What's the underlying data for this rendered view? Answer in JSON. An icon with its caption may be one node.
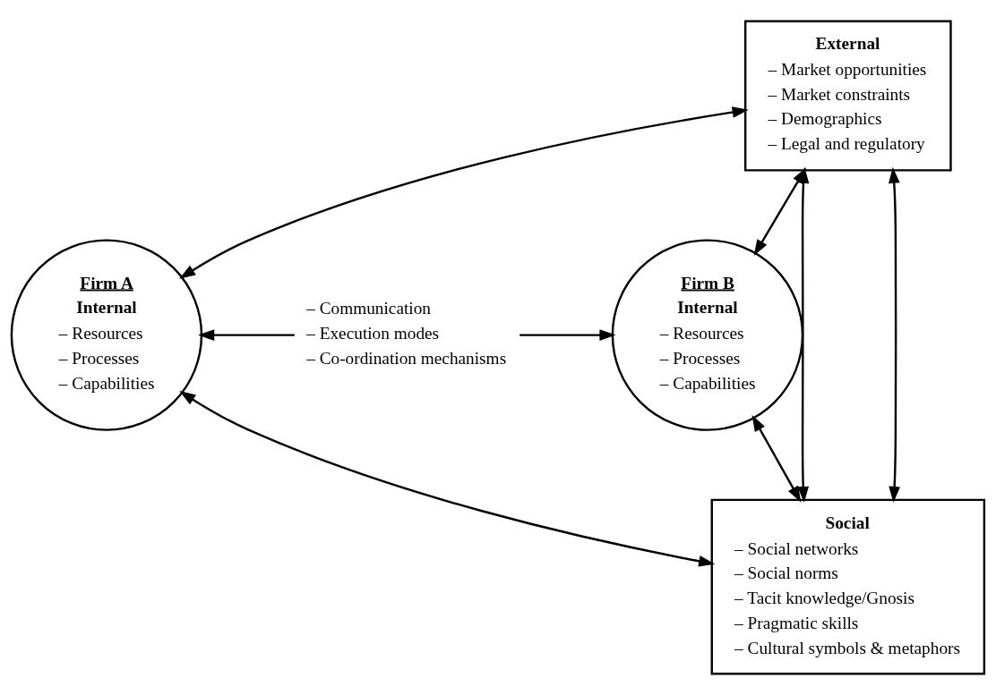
{
  "diagram": {
    "nodes": [
      {
        "text": [
          "External",
          "– Market opportunities",
          "– Market constraints",
          "– Demographics",
          "– Legal and regulatory"
        ]
      },
      {
        "text": [
          "Firm A",
          "Internal",
          "– Resources",
          "– Processes",
          "– Capabilities"
        ]
      },
      {
        "text": [
          "– Communication",
          "– Execution modes",
          "– Co-ordination mechanisms"
        ]
      },
      {
        "text": [
          "Firm B",
          "Internal",
          "– Resources",
          "– Processes",
          "– Capabilities"
        ]
      },
      {
        "text": [
          "Social",
          "– Social networks",
          "– Social norms",
          "– Tacit knowledge/Gnosis",
          "– Pragmatic skills",
          "– Cultural symbols & metaphors"
        ]
      }
    ],
    "edges": [
      {
        "from": 1,
        "to": 0,
        "arrow": "both"
      },
      {
        "from": 1,
        "to": 4,
        "arrow": "both"
      },
      {
        "from": 0,
        "to": 4,
        "arrow": "both"
      },
      {
        "from": 0,
        "to": 4,
        "arrow": "both"
      },
      {
        "from": 3,
        "to": 0,
        "arrow": "both"
      },
      {
        "from": 3,
        "to": 4,
        "arrow": "both"
      },
      {
        "from": 2,
        "to": 1,
        "arrow": "to"
      },
      {
        "from": 2,
        "to": 3,
        "arrow": "to"
      }
    ]
  }
}
